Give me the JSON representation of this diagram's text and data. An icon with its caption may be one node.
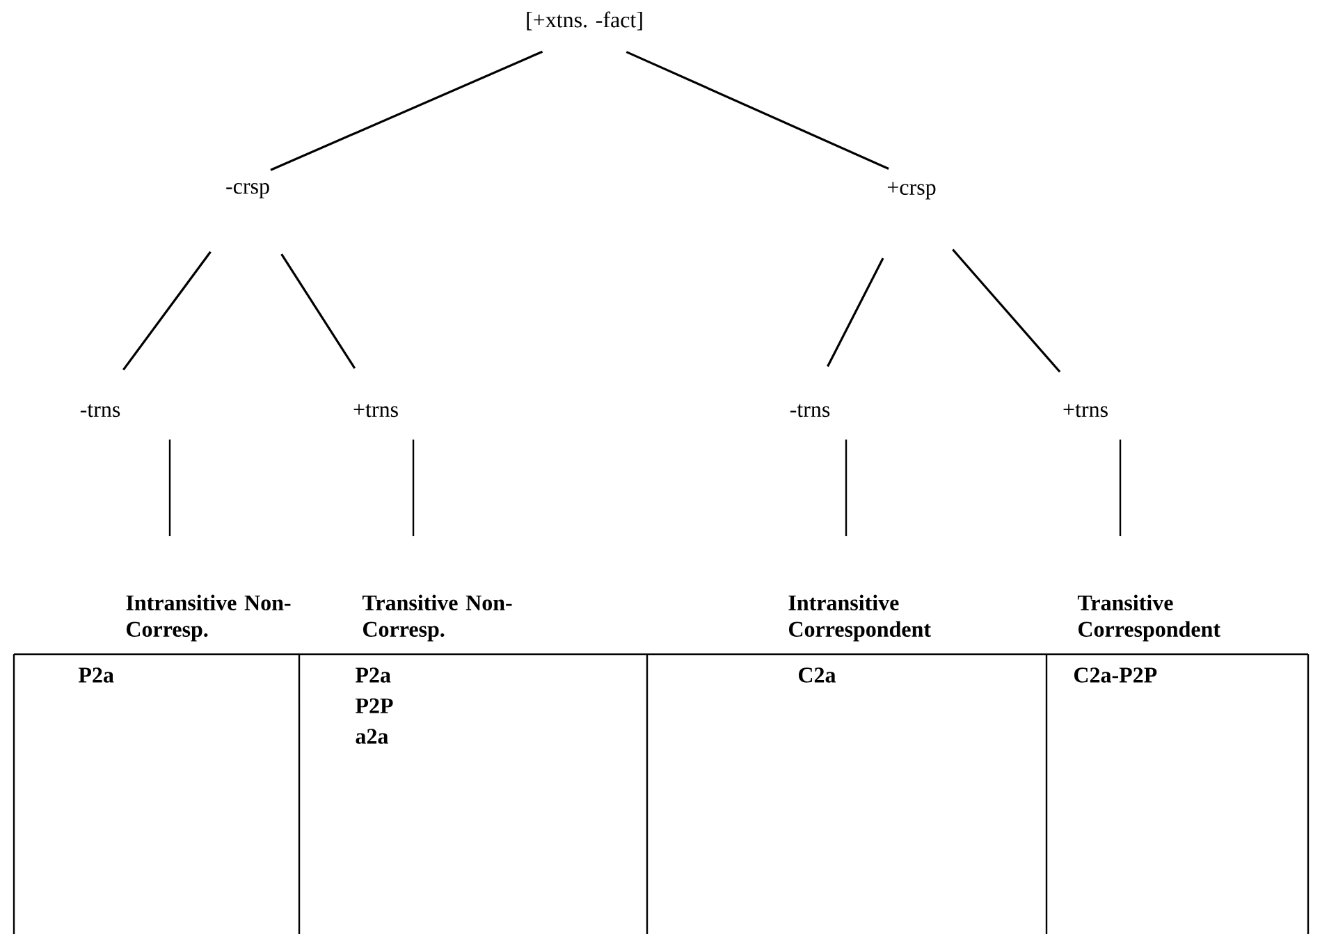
{
  "diagram": {
    "nodes": [
      {
        "text": [
          "[+xtns. -fact]"
        ]
      },
      {
        "text": [
          "-crsp"
        ]
      },
      {
        "text": [
          "+crsp"
        ]
      },
      {
        "text": [
          "-trns"
        ]
      },
      {
        "text": [
          "+trns"
        ]
      },
      {
        "text": [
          "-trns"
        ]
      },
      {
        "text": [
          "+trns"
        ]
      },
      {
        "text": [
          "Intransitive Non-Corresp."
        ]
      },
      {
        "text": [
          "Transitive Non-Corresp."
        ]
      },
      {
        "text": [
          "Intransitive Correspondent"
        ]
      },
      {
        "text": [
          "Transitive Correspondent"
        ]
      }
    ],
    "edges": [
      {
        "from": 0,
        "to": 1,
        "arrow": "none"
      },
      {
        "from": 0,
        "to": 2,
        "arrow": "none"
      },
      {
        "from": 1,
        "to": 3,
        "arrow": "none"
      },
      {
        "from": 1,
        "to": 4,
        "arrow": "none"
      },
      {
        "from": 2,
        "to": 5,
        "arrow": "none"
      },
      {
        "from": 2,
        "to": 6,
        "arrow": "none"
      },
      {
        "from": 3,
        "to": 7,
        "arrow": "none"
      },
      {
        "from": 4,
        "to": 8,
        "arrow": "none"
      },
      {
        "from": 5,
        "to": 9,
        "arrow": "none"
      },
      {
        "from": 6,
        "to": 10,
        "arrow": "none"
      }
    ],
    "labels": [
      "P2a",
      "P2a",
      "P2P",
      "a2a",
      "C2a",
      "C2a-P2P"
    ]
  }
}
